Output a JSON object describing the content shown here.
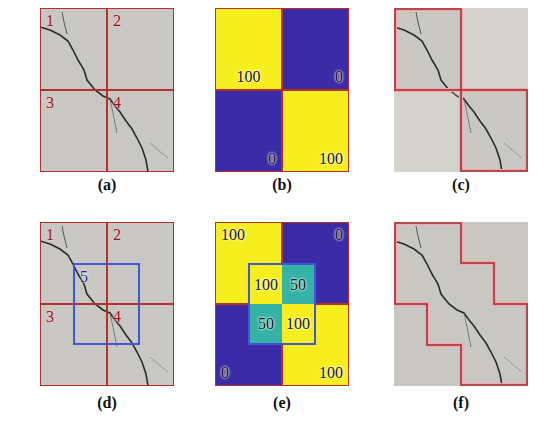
{
  "diagram": {
    "nodes": [
      {
        "text": [
          "1"
        ]
      },
      {
        "text": [
          "2"
        ]
      },
      {
        "text": [
          "3"
        ]
      },
      {
        "text": [
          "4"
        ]
      },
      {
        "text": [
          "100"
        ]
      },
      {
        "text": [
          "0"
        ]
      },
      {
        "text": [
          "0"
        ]
      },
      {
        "text": [
          "100"
        ]
      },
      {
        "text": [
          "1"
        ]
      },
      {
        "text": [
          "2"
        ]
      },
      {
        "text": [
          "3"
        ]
      },
      {
        "text": [
          "4"
        ]
      },
      {
        "text": [
          "5"
        ]
      },
      {
        "text": [
          "100"
        ]
      },
      {
        "text": [
          "0"
        ]
      },
      {
        "text": [
          "0"
        ]
      },
      {
        "text": [
          "100"
        ]
      },
      {
        "text": [
          "100"
        ],
        "in": 13
      },
      {
        "text": [
          "50"
        ],
        "in": 14
      },
      {
        "text": [
          "50"
        ],
        "in": 15
      },
      {
        "text": [
          "100"
        ],
        "in": 16
      }
    ],
    "labels": [
      "(a)",
      "(b)",
      "(c)",
      "(d)",
      "(e)",
      "(f)"
    ]
  }
}
